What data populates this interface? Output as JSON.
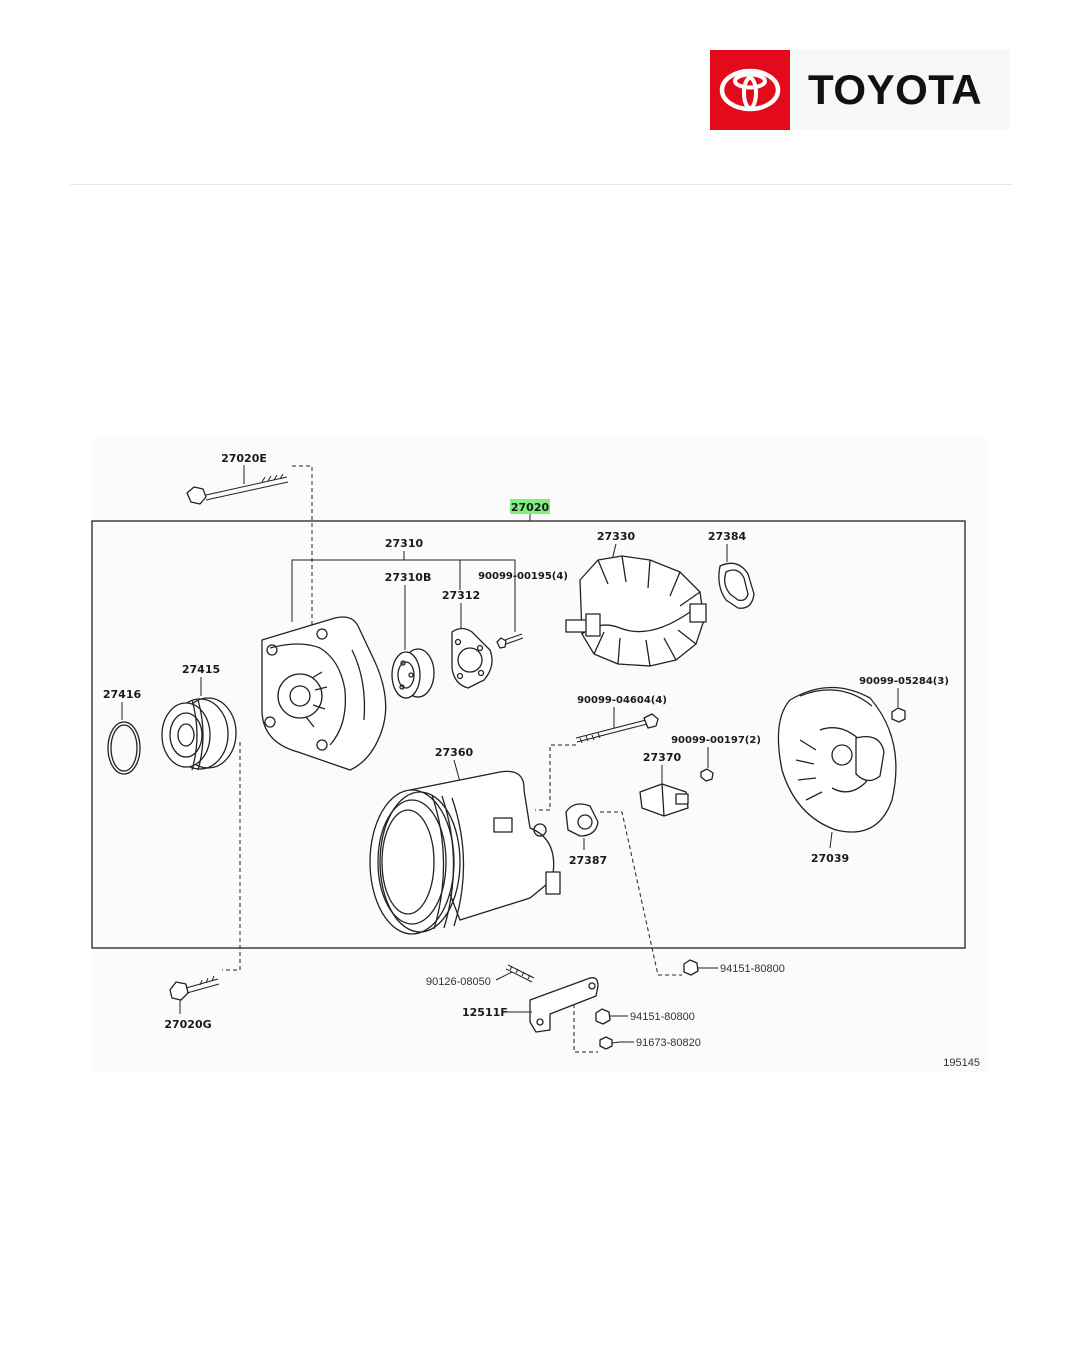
{
  "brand": {
    "name": "TOYOTA",
    "badge_color": "#e30b1b"
  },
  "diagram": {
    "assembly_highlight_color": "#7ef07e",
    "figure_code": "195145",
    "labels": {
      "p27020E": "27020E",
      "p27020": "27020",
      "p27310": "27310",
      "p27310B": "27310B",
      "p27312": "27312",
      "p90099_00195": "90099-00195(4)",
      "p27330": "27330",
      "p27384": "27384",
      "p27415": "27415",
      "p27416": "27416",
      "p90099_04604": "90099-04604(4)",
      "p90099_05284": "90099-05284(3)",
      "p90099_00197": "90099-00197(2)",
      "p27370": "27370",
      "p27360": "27360",
      "p27387": "27387",
      "p27039": "27039",
      "p94151_80800_a": "94151-80800",
      "p90126_08050": "90126-08050",
      "p12511F": "12511F",
      "p94151_80800_b": "94151-80800",
      "p91673_80820": "91673-80820",
      "p27020G": "27020G"
    }
  }
}
